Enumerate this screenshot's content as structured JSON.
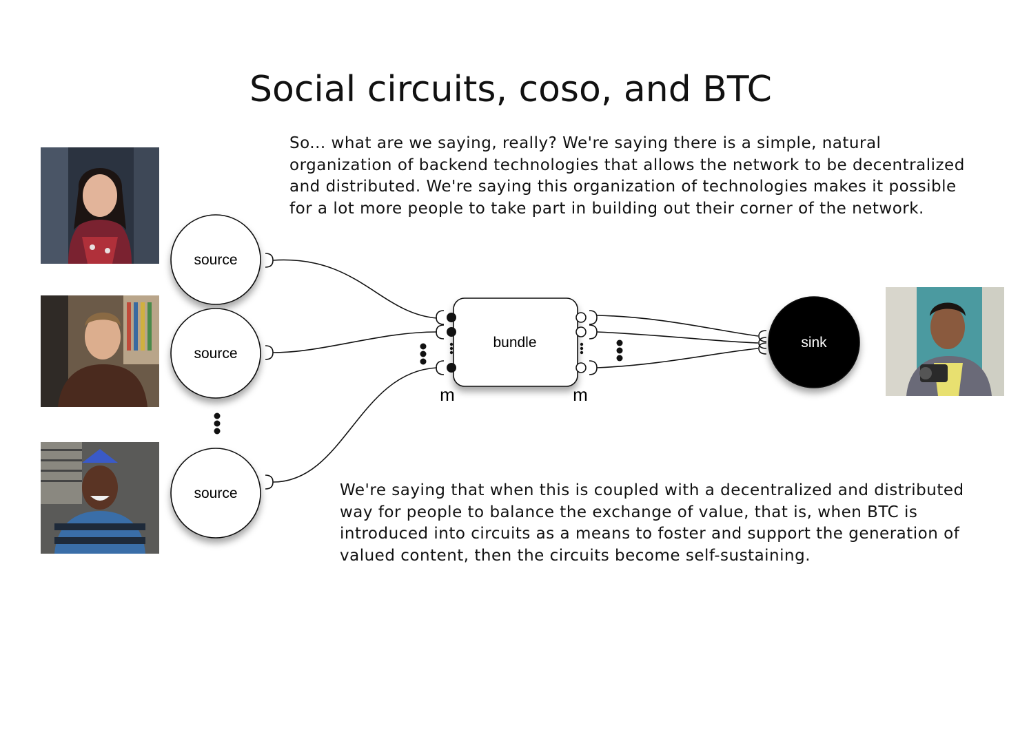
{
  "title": "Social circuits, coso, and BTC",
  "paragraph_1": "So... what are we saying, really? We're saying there is a simple, natural organization of backend technologies that allows the network to be decentralized and distributed. We're saying this organization of technologies makes it possible for a lot more people to take part in building out their corner of the network.",
  "paragraph_2": "We're saying that when this is coupled with a decentralized and distributed way for people to balance the exchange of value, that is, when BTC is introduced into circuits as a means to foster and support the generation of valued content, then the circuits become self-sustaining.",
  "diagram": {
    "sources": [
      {
        "label": "source"
      },
      {
        "label": "source"
      },
      {
        "label": "source"
      }
    ],
    "bundle": {
      "label": "bundle",
      "input_multiplicity": "m",
      "output_multiplicity": "m"
    },
    "sink": {
      "label": "sink"
    }
  },
  "icons": [
    "ellipsis-vertical-icon"
  ],
  "colors": {
    "sink_fill": "#000000",
    "node_fill": "#ffffff",
    "stroke": "#111111"
  }
}
